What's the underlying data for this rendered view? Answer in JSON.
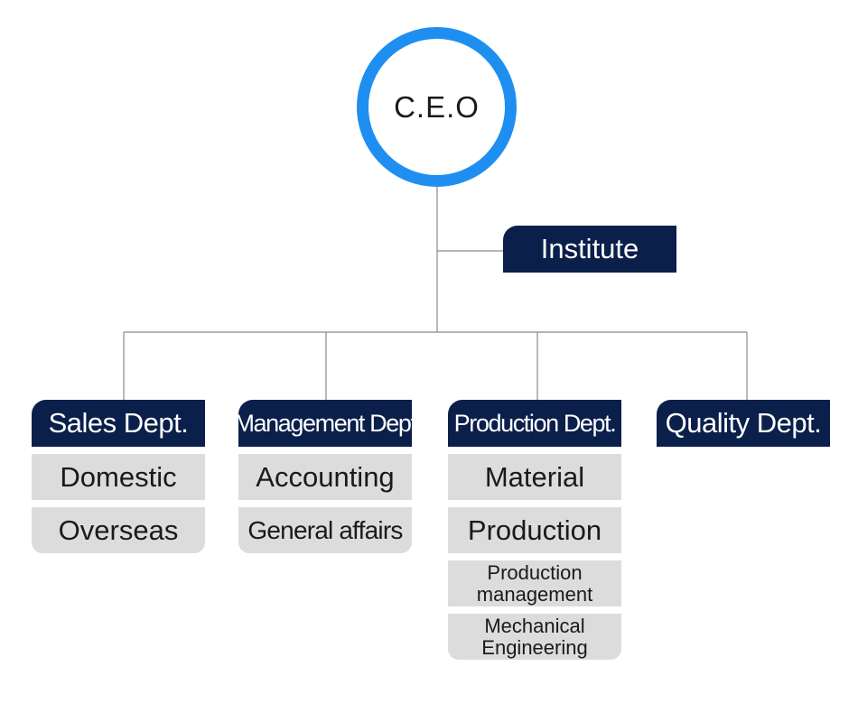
{
  "ceo": {
    "label": "C.E.O"
  },
  "institute": {
    "label": "Institute"
  },
  "departments": [
    {
      "name": "Sales Dept.",
      "items": [
        "Domestic",
        "Overseas"
      ]
    },
    {
      "name": "Management Dept",
      "items": [
        "Accounting",
        "General affairs"
      ]
    },
    {
      "name": "Production Dept.",
      "items": [
        "Material",
        "Production",
        "Production management",
        "Mechanical Engineering"
      ]
    },
    {
      "name": "Quality Dept.",
      "items": []
    }
  ],
  "colors": {
    "ring": "#1e8ff0",
    "header": "#0b1f4b",
    "item": "#dcdcdc",
    "line": "#8a8a8a"
  }
}
